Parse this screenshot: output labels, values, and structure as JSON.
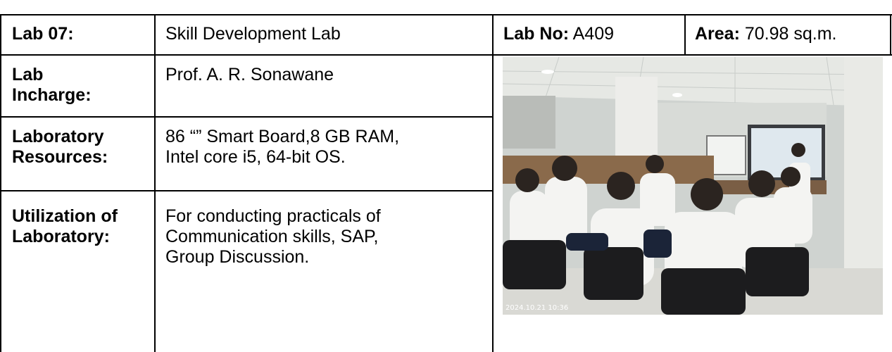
{
  "row1": {
    "lab_label": "Lab 07:",
    "lab_name": "Skill Development Lab",
    "lab_no_label": "Lab No:",
    "lab_no_value": "A409",
    "area_label": "Area:",
    "area_value": "70.98 sq.m."
  },
  "incharge": {
    "label_line1": "Lab",
    "label_line2": "Incharge:",
    "value": "Prof. A. R. Sonawane"
  },
  "resources": {
    "label_line1": "Laboratory",
    "label_line2": "Resources:",
    "value_line1": "86 “” Smart Board,8 GB RAM,",
    "value_line2": "Intel core i5, 64-bit OS."
  },
  "utilization": {
    "label_line1": "Utilization of",
    "label_line2": "Laboratory:",
    "value_line1": "For conducting practicals of",
    "value_line2": "Communication skills, SAP,",
    "value_line3": "Group Discussion."
  },
  "photo": {
    "timestamp": "2024.10.21 10:36"
  }
}
